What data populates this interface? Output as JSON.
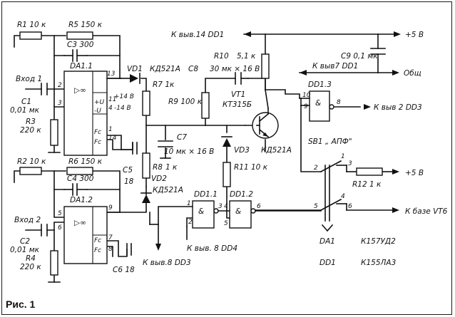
{
  "figure": {
    "caption": "Рис. 1"
  },
  "labels": {
    "r1": "R1 10 к",
    "r5": "R5 150 к",
    "c3": "C3 300",
    "da11": "DA1.1",
    "in1": "Вход 1",
    "c1": "C1",
    "c1v": "0,01 мк",
    "r3": "R3",
    "r3v": "220 к",
    "p2a": "2",
    "p3a": "3",
    "p13": "13",
    "p11": "11",
    "p4": "4",
    "p1": "1",
    "p14": "14",
    "pu": "+U",
    "mu": "-U",
    "fc1": "Fc",
    "fc2": "Fc",
    "v14p": "+14 В",
    "v14m": "-14 В",
    "c5": "C5",
    "c5v": "18",
    "vd1": "VD1",
    "kd1": "КД521А",
    "r7": "R7 1к",
    "r9": "R9 100 к",
    "c8": "C8",
    "c8v": "30 мк × 16 В",
    "r10": "R10",
    "r10v": "5,1 к",
    "vt1": "VT1",
    "vt1v": "КТ315Б",
    "top14": "К выв.14 DD1",
    "v5a": "+5 В",
    "c9": "C9 0,1 мк",
    "k7": "К выв7 DD1",
    "gnd": "Общ",
    "dd13": "DD1.3",
    "p10": "10",
    "p9": "9",
    "p8": "8",
    "k2dd3": "К выв 2 DD3",
    "c7": "C7",
    "c7v": "10 мк × 16 В",
    "vd3": "VD3",
    "kd3": "КД521А",
    "sb1": "SB1 „ АПФ\"",
    "s1": "1",
    "s2": "2",
    "s3": "3",
    "s4": "4",
    "s5": "5",
    "s6": "6",
    "r12": "R12 1 к",
    "v5b": "+5 В",
    "r2": "R2 10 к",
    "r6": "R6 150 к",
    "c4": "C4 300",
    "da12": "DA1.2",
    "r8": "R8",
    "r8v": "1 к",
    "vd2": "VD2",
    "kd2": "КД521А",
    "r11": "R11 10 к",
    "dd11": "DD1.1",
    "dd12": "DD1.2",
    "in2": "Вход 2",
    "c2": "C2",
    "c2v": "0,01 мк",
    "r4": "R4",
    "r4v": "220 к",
    "p5b": "5",
    "p6b": "6",
    "p9b": "9",
    "p7b": "7",
    "p8b": "8",
    "fc3": "Fc",
    "fc4": "Fc",
    "c6": "C6 18",
    "g1": "1",
    "g2": "2",
    "g3": "3",
    "g4": "4",
    "g5": "5",
    "g6": "6",
    "k8dd3": "К выв.8 DD3",
    "k8dd4": "К выв. 8 DD4",
    "kvt6": "К базе VT6",
    "da1": "DA1",
    "da1v": "К157УД2",
    "dd1": "DD1",
    "dd1v": "К155ЛА3",
    "amp": "▷∞",
    "nand": "&"
  }
}
